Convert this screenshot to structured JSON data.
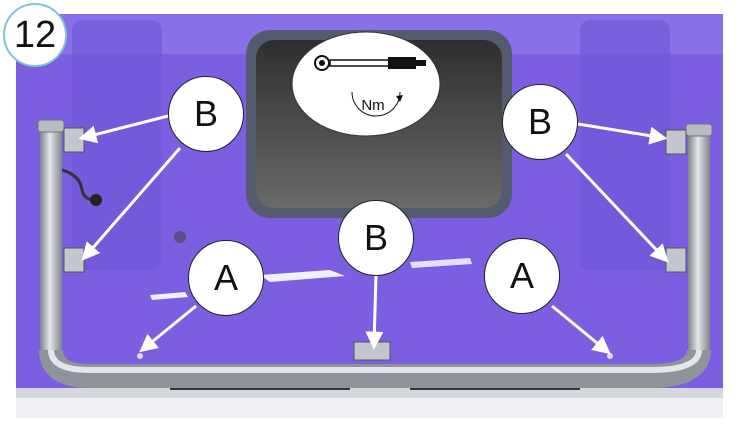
{
  "step": {
    "number": "12"
  },
  "tool": {
    "unit_label": "Nm",
    "icon": "torque-wrench-icon"
  },
  "callouts": {
    "b_left": "B",
    "b_right": "B",
    "b_center": "B",
    "a_left": "A",
    "a_right": "A"
  },
  "colors": {
    "panel": "#7b5fe0",
    "panel_dark": "#6248c9",
    "rail": "#a9acb3",
    "window": "#4a4a4a"
  }
}
